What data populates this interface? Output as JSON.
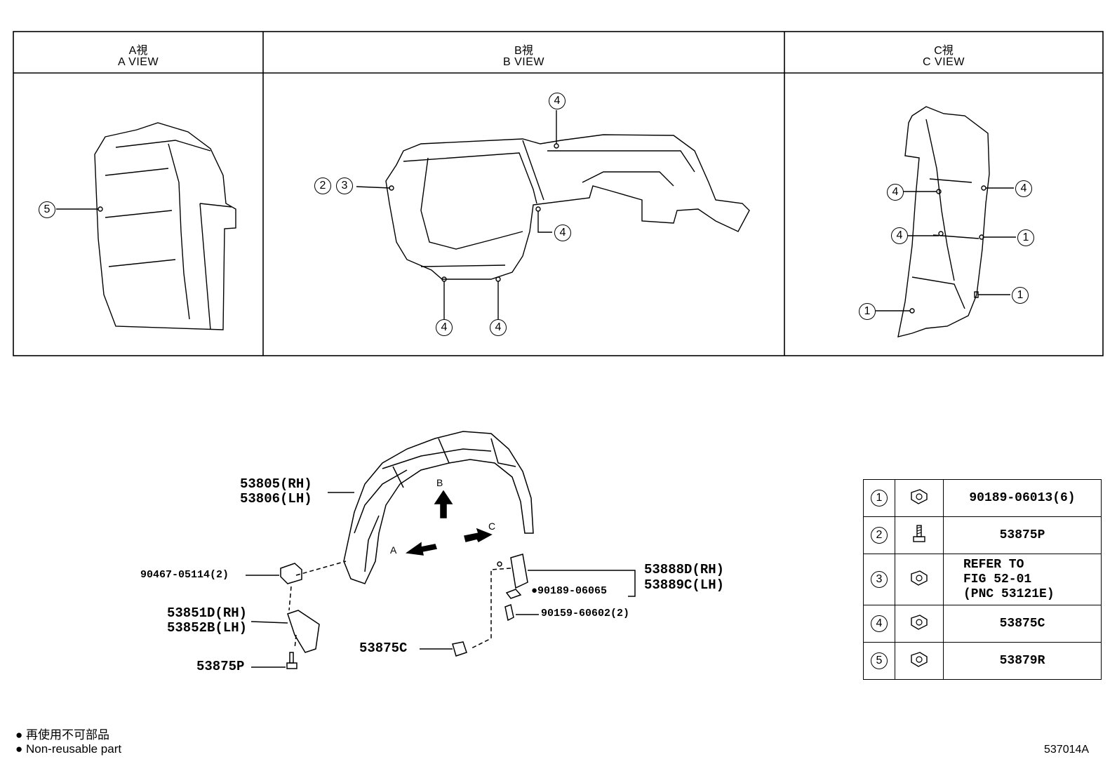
{
  "views": [
    {
      "jp": "A視",
      "en": "A VIEW"
    },
    {
      "jp": "B視",
      "en": "B VIEW"
    },
    {
      "jp": "C視",
      "en": "C VIEW"
    }
  ],
  "callouts": {
    "a_view": [
      "5"
    ],
    "b_view": [
      "2",
      "3",
      "4",
      "4",
      "4",
      "4"
    ],
    "c_view": [
      "4",
      "4",
      "4",
      "1",
      "1",
      "1"
    ]
  },
  "main_labels": {
    "liner_rh": "53805(RH)",
    "liner_lh": "53806(LH)",
    "clip_nut": "90467-05114(2)",
    "bracket_rh": "53851D(RH)",
    "bracket_lh": "53852B(LH)",
    "screw_left": "53875P",
    "seal_rh": "53888D(RH)",
    "seal_lh": "53889C(LH)",
    "clip_nonreusable": "90189-06065",
    "bolt": "90159-60602(2)",
    "clip_bottom": "53875C",
    "arrow_a": "A",
    "arrow_b": "B",
    "arrow_c": "C"
  },
  "legend": [
    {
      "num": "1",
      "icon": "clip-icon",
      "part": "90189-06013(6)"
    },
    {
      "num": "2",
      "icon": "screw-icon",
      "part": "53875P"
    },
    {
      "num": "3",
      "icon": "clip-icon",
      "part": "REFER TO\nFIG 52-01\n(PNC 53121E)"
    },
    {
      "num": "4",
      "icon": "clip-icon",
      "part": "53875C"
    },
    {
      "num": "5",
      "icon": "clip-icon",
      "part": "53879R"
    }
  ],
  "footer": {
    "note_jp": "再使用不可部品",
    "note_en": "Non-reusable part",
    "diagram_id": "537014A"
  }
}
